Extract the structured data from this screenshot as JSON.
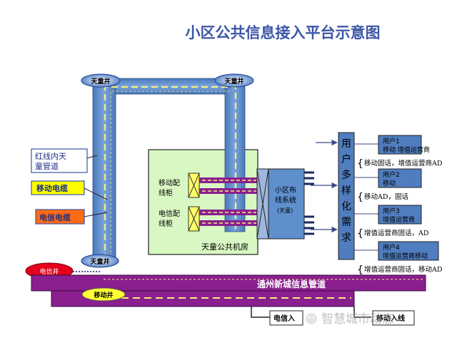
{
  "title": "小区公共信息接入平台示意图",
  "manholes": {
    "tl": "天童井",
    "tr": "天童井",
    "bl": "天童井",
    "mobile": "移动井"
  },
  "labels": {
    "red_line": [
      "红线内天",
      "童管道"
    ],
    "mobile_cable": "移动电缆",
    "telecom_cable": "电信电缆",
    "telecom_well": "电信井"
  },
  "room": {
    "name": "天童公共机房",
    "mobile_cabinet": [
      "移动配",
      "线柜"
    ],
    "telecom_cabinet": [
      "电信配",
      "线柜"
    ],
    "cabling": [
      "小区布",
      "线系统"
    ],
    "cabling_sub": "(天童)"
  },
  "demand": [
    "用",
    "户",
    "多",
    "样",
    "化",
    "需",
    "求"
  ],
  "users": [
    {
      "title": "用户1",
      "desc": "移动 增值运营商",
      "note": "移动固话，增值运营商AD"
    },
    {
      "title": "用户2",
      "desc": "移动",
      "note": "移动AD，固话"
    },
    {
      "title": "用户3",
      "desc": "增值运营商",
      "note": "增值运营商固话，AD"
    },
    {
      "title": "用户4",
      "desc": "增值运营商移动",
      "note": "增值运营商固话，移动AD"
    }
  ],
  "brace": "{",
  "pipeline": "通州新城信息管道",
  "bottom": {
    "telecom_in": "电信入",
    "mobile_in": "移动入线"
  },
  "watermark": "智慧城市动态",
  "colors": {
    "title": "#3b56a6",
    "pipe_blue": "#5f8fcd",
    "pipe_dash": "#f5f07a",
    "room_fill": "#d8f7c2",
    "pipeline_purple": "#8a1f8f",
    "user_box": "#4f7dbf",
    "mobile_cable_label": "#ffff00",
    "telecom_cable_label": "#ff6a14",
    "telecom_well": "#e3001b"
  }
}
